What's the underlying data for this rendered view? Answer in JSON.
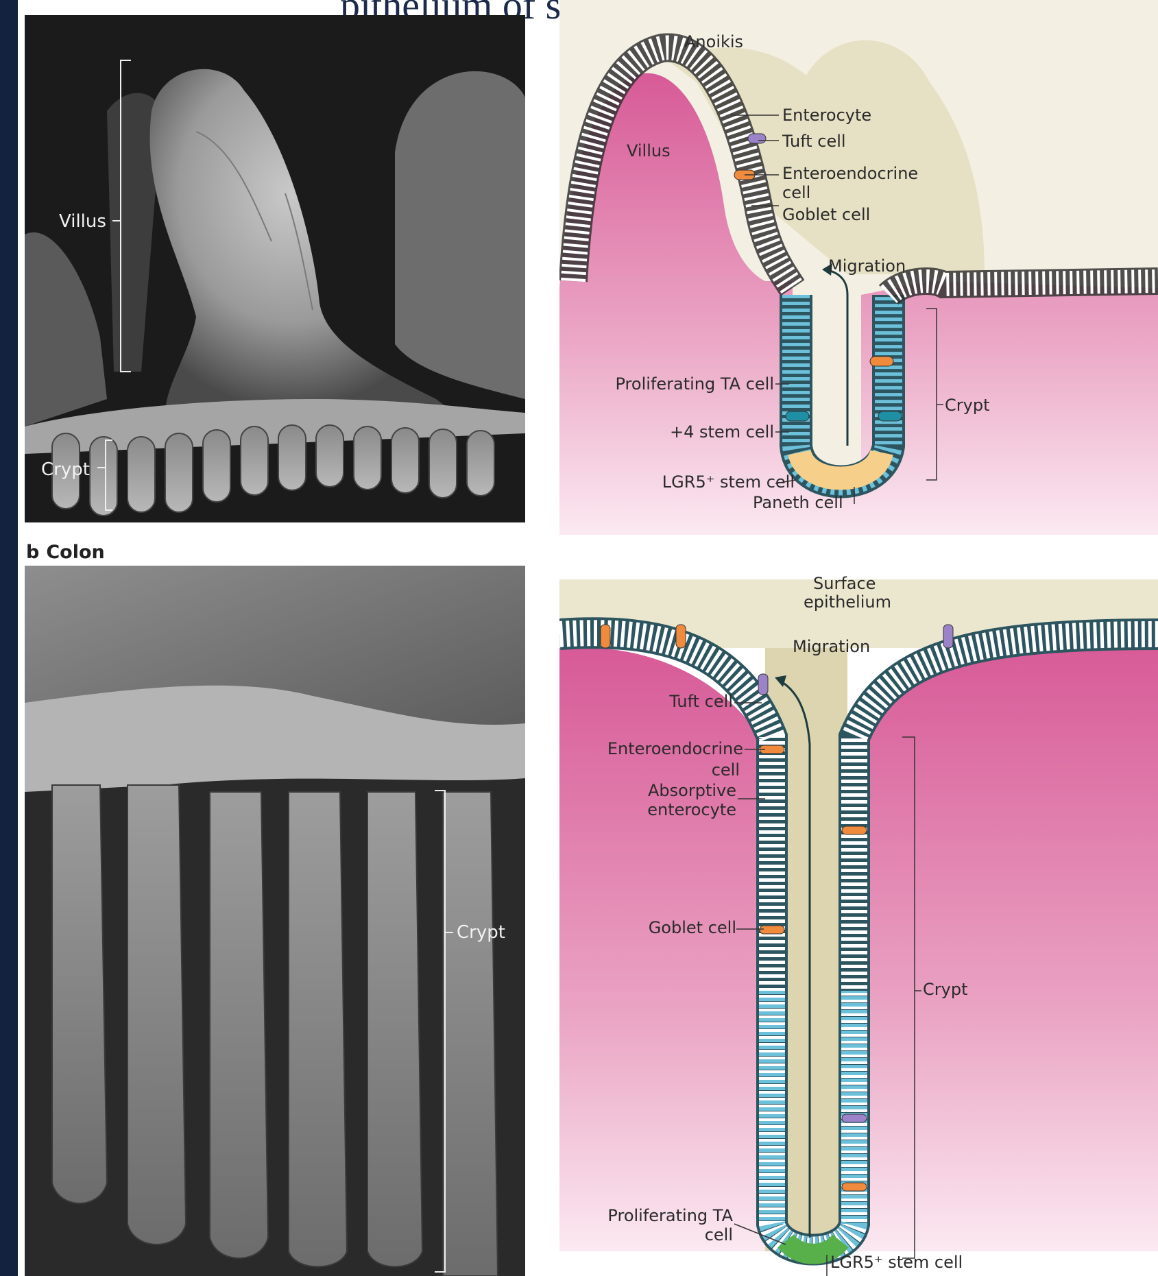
{
  "header": {
    "title_fragment": "pithelium of small intestine and colon"
  },
  "panel_a": {
    "photo_labels": {
      "villus": "Villus",
      "crypt": "Crypt"
    },
    "diagram_labels": {
      "anoikis": "Anoikis",
      "villus": "Villus",
      "enterocyte": "Enterocyte",
      "tuft_cell": "Tuft cell",
      "enteroendocrine_line1": "Enteroendocrine",
      "enteroendocrine_line2": "cell",
      "goblet_cell": "Goblet cell",
      "migration": "Migration",
      "proliferating_ta": "Proliferating TA cell",
      "plus4_stem": "+4 stem cell",
      "crypt": "Crypt",
      "lgr5_stem": "LGR5⁺ stem cell",
      "paneth_cell": "Paneth cell"
    }
  },
  "panel_b": {
    "letter": "b",
    "title": "Colon",
    "photo_labels": {
      "crypt": "Crypt"
    },
    "diagram_labels": {
      "surface_line1": "Surface",
      "surface_line2": "epithelium",
      "migration": "Migration",
      "tuft_cell": "Tuft cell",
      "enteroendocrine_line1": "Enteroendocrine",
      "enteroendocrine_line2": "cell",
      "absorptive_line1": "Absorptive",
      "absorptive_line2": "enterocyte",
      "goblet_cell": "Goblet cell",
      "crypt": "Crypt",
      "proliferating_line1": "Proliferating TA",
      "proliferating_line2": "cell",
      "lgr5_stem": "LGR5⁺ stem cell"
    }
  },
  "colors": {
    "background": "#13233f",
    "lamina_propria": "#e9a3c2",
    "lumen": "#e0dcbd",
    "enteroendocrine": "#f08a3c",
    "tuft": "#9c83c9",
    "ta_cell": "#6cc0d9",
    "stem_cell": "#1f8fa6",
    "paneth": "#f6d08a",
    "lgr5_colon": "#58b04a"
  }
}
